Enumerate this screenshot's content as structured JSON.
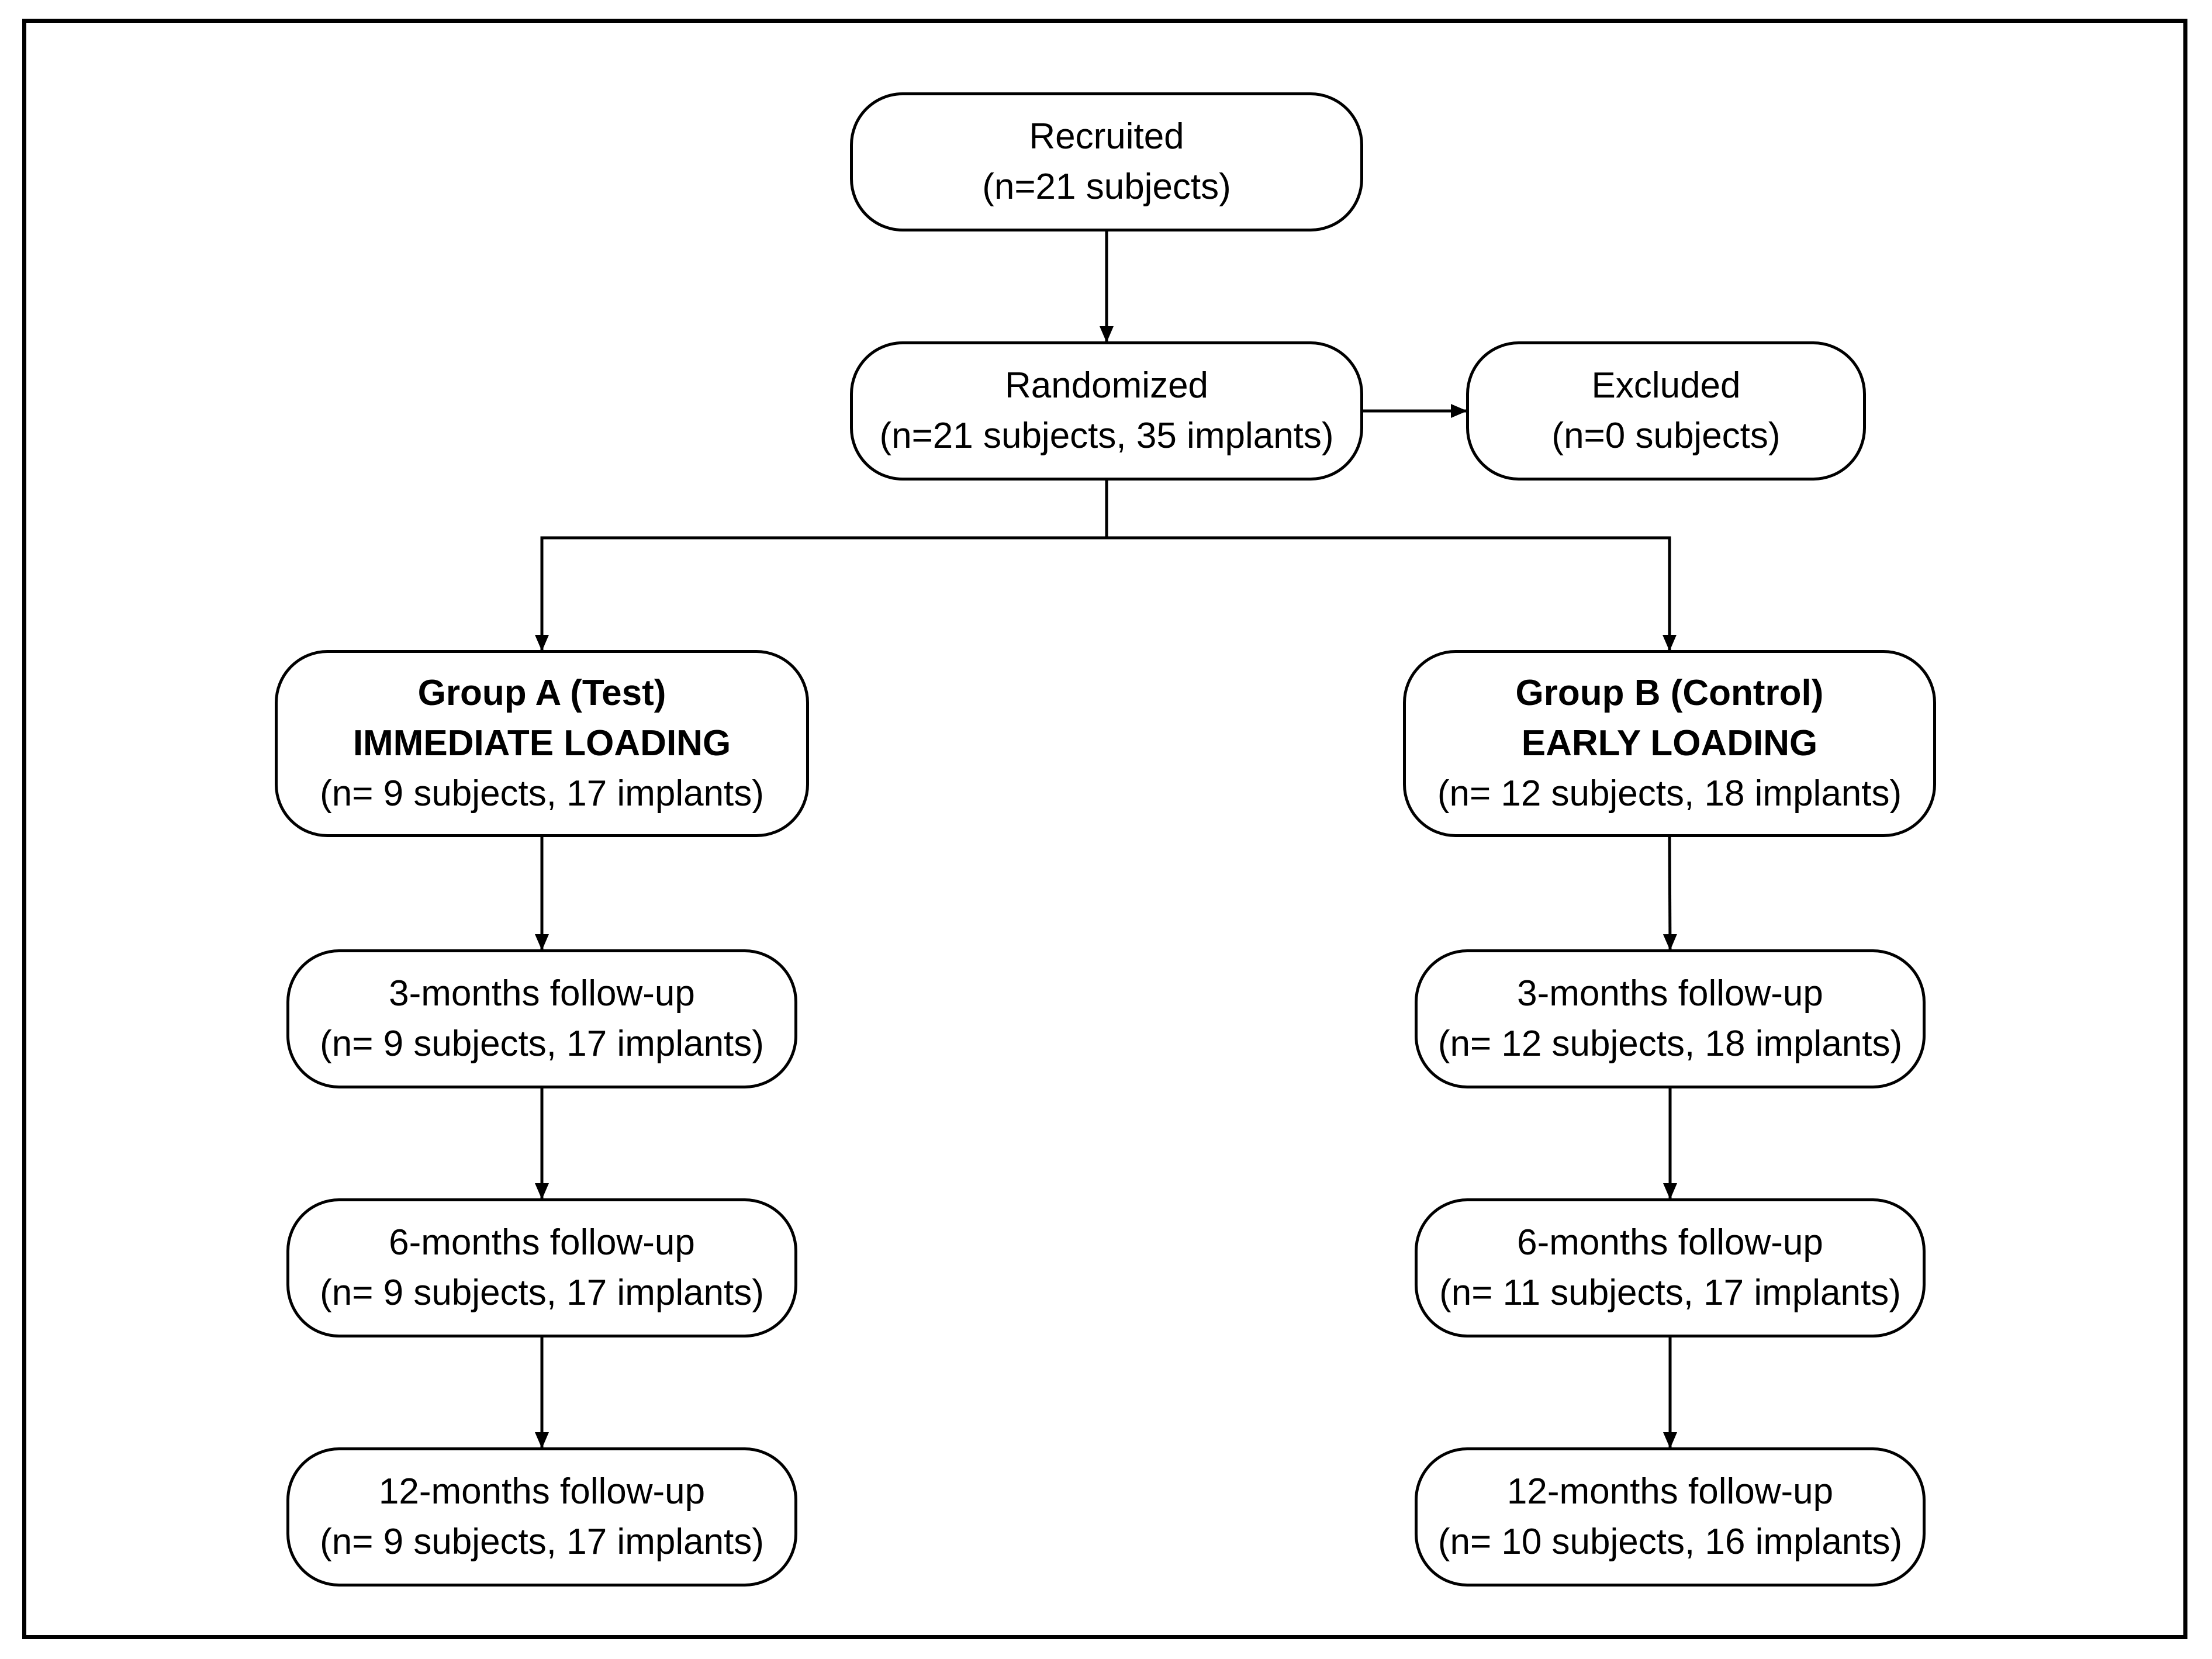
{
  "nodes": {
    "recruited": {
      "line1": "Recruited",
      "line2": "(n=21 subjects)"
    },
    "randomized": {
      "line1": "Randomized",
      "line2": "(n=21 subjects, 35 implants)"
    },
    "excluded": {
      "line1": "Excluded",
      "line2": "(n=0 subjects)"
    },
    "group_a": {
      "line1": "Group A (Test)",
      "line2": "IMMEDIATE LOADING",
      "line3": "(n= 9 subjects,  17 implants)"
    },
    "group_b": {
      "line1": "Group B (Control)",
      "line2": "EARLY LOADING",
      "line3": "(n= 12 subjects, 18 implants)"
    },
    "a_3m": {
      "line1": "3-months follow-up",
      "line2": "(n= 9 subjects,   17 implants)"
    },
    "a_6m": {
      "line1": "6-months follow-up",
      "line2": "(n= 9 subjects,  17 implants)"
    },
    "a_12m": {
      "line1": "12-months follow-up",
      "line2": "(n= 9 subjects,  17 implants)"
    },
    "b_3m": {
      "line1": "3-months follow-up",
      "line2": "(n= 12 subjects,  18 implants)"
    },
    "b_6m": {
      "line1": "6-months follow-up",
      "line2": "(n= 11 subjects,  17 implants)"
    },
    "b_12m": {
      "line1": "12-months follow-up",
      "line2": "(n= 10 subjects, 16 implants)"
    }
  },
  "edges": [
    {
      "from": "recruited",
      "to": "randomized"
    },
    {
      "from": "randomized",
      "to": "excluded"
    },
    {
      "from": "randomized",
      "to": "group_a"
    },
    {
      "from": "randomized",
      "to": "group_b"
    },
    {
      "from": "group_a",
      "to": "a_3m"
    },
    {
      "from": "a_3m",
      "to": "a_6m"
    },
    {
      "from": "a_6m",
      "to": "a_12m"
    },
    {
      "from": "group_b",
      "to": "b_3m"
    },
    {
      "from": "b_3m",
      "to": "b_6m"
    },
    {
      "from": "b_6m",
      "to": "b_12m"
    }
  ]
}
